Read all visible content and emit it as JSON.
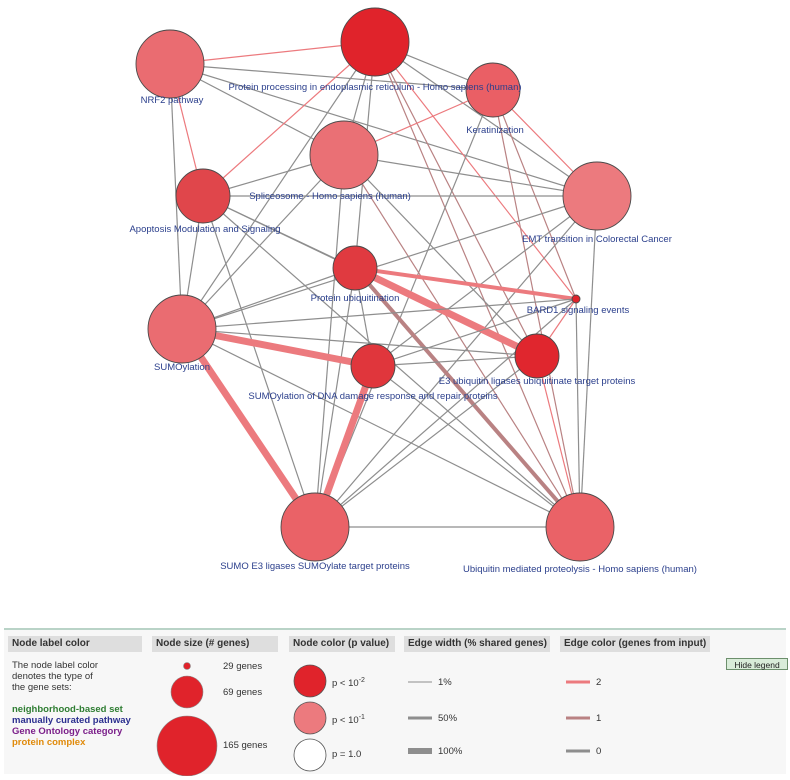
{
  "graph": {
    "nodes": [
      {
        "id": "protein-processing-er",
        "label": "Protein processing in endoplasmic reticulum - Homo sapiens (human)",
        "fill": "#e0232b",
        "size": "large"
      },
      {
        "id": "nrf2",
        "label": "NRF2 pathway",
        "fill": "#ea6c71",
        "size": "large"
      },
      {
        "id": "keratinization",
        "label": "Keratinization",
        "fill": "#ea5f65",
        "size": "medium"
      },
      {
        "id": "spliceosome",
        "label": "Spliceosome - Homo sapiens (human)",
        "fill": "#ea7075",
        "size": "large"
      },
      {
        "id": "apoptosis",
        "label": "Apoptosis Modulation and Signaling",
        "fill": "#e0464b",
        "size": "medium"
      },
      {
        "id": "emt",
        "label": "EMT transition in Colorectal Cancer",
        "fill": "#ec7a7e",
        "size": "large"
      },
      {
        "id": "protein-ubiquitination",
        "label": "Protein ubiquitination",
        "fill": "#e03a40",
        "size": "small"
      },
      {
        "id": "bard1",
        "label": "BARD1 signaling events",
        "fill": "#e0232b",
        "size": "tiny"
      },
      {
        "id": "sumoylation",
        "label": "SUMOylation",
        "fill": "#ea6c71",
        "size": "large"
      },
      {
        "id": "sumo-dna-damage",
        "label": "SUMOylation of DNA damage response and repair proteins",
        "fill": "#e0363c",
        "size": "small"
      },
      {
        "id": "e3-ubiquitin",
        "label": "E3 ubiquitin ligases ubiquitinate target proteins",
        "fill": "#e0262e",
        "size": "small"
      },
      {
        "id": "sumo-e3",
        "label": "SUMO E3 ligases SUMOylate target proteins",
        "fill": "#ea6267",
        "size": "large"
      },
      {
        "id": "ubiquitin-proteolysis",
        "label": "Ubiquitin mediated proteolysis - Homo sapiens (human)",
        "fill": "#ea6267",
        "size": "large"
      }
    ],
    "edges": [
      {
        "from": "nrf2",
        "to": "protein-processing-er",
        "width_class": "thin",
        "color_class": "2"
      },
      {
        "from": "nrf2",
        "to": "keratinization",
        "width_class": "thin",
        "color_class": "0"
      },
      {
        "from": "nrf2",
        "to": "apoptosis",
        "width_class": "thin",
        "color_class": "2"
      },
      {
        "from": "nrf2",
        "to": "emt",
        "width_class": "thin",
        "color_class": "0"
      },
      {
        "from": "nrf2",
        "to": "sumoylation",
        "width_class": "thin",
        "color_class": "0"
      },
      {
        "from": "nrf2",
        "to": "spliceosome",
        "width_class": "thin",
        "color_class": "0"
      },
      {
        "from": "protein-processing-er",
        "to": "keratinization",
        "width_class": "thin",
        "color_class": "0"
      },
      {
        "from": "protein-processing-er",
        "to": "spliceosome",
        "width_class": "thin",
        "color_class": "0"
      },
      {
        "from": "protein-processing-er",
        "to": "apoptosis",
        "width_class": "thin",
        "color_class": "2"
      },
      {
        "from": "protein-processing-er",
        "to": "emt",
        "width_class": "thin",
        "color_class": "0"
      },
      {
        "from": "protein-processing-er",
        "to": "sumoylation",
        "width_class": "thin",
        "color_class": "0"
      },
      {
        "from": "protein-processing-er",
        "to": "protein-ubiquitination",
        "width_class": "thin",
        "color_class": "0"
      },
      {
        "from": "protein-processing-er",
        "to": "e3-ubiquitin",
        "width_class": "thin",
        "color_class": "1"
      },
      {
        "from": "protein-processing-er",
        "to": "ubiquitin-proteolysis",
        "width_class": "thin",
        "color_class": "1"
      },
      {
        "from": "protein-processing-er",
        "to": "bard1",
        "width_class": "thin",
        "color_class": "2"
      },
      {
        "from": "keratinization",
        "to": "emt",
        "width_class": "thin",
        "color_class": "2"
      },
      {
        "from": "keratinization",
        "to": "spliceosome",
        "width_class": "thin",
        "color_class": "2"
      },
      {
        "from": "keratinization",
        "to": "sumo-e3",
        "width_class": "thin",
        "color_class": "0"
      },
      {
        "from": "keratinization",
        "to": "ubiquitin-proteolysis",
        "width_class": "thin",
        "color_class": "1"
      },
      {
        "from": "keratinization",
        "to": "bard1",
        "width_class": "thin",
        "color_class": "1"
      },
      {
        "from": "spliceosome",
        "to": "apoptosis",
        "width_class": "thin",
        "color_class": "0"
      },
      {
        "from": "spliceosome",
        "to": "emt",
        "width_class": "thin",
        "color_class": "0"
      },
      {
        "from": "spliceosome",
        "to": "sumoylation",
        "width_class": "thin",
        "color_class": "0"
      },
      {
        "from": "spliceosome",
        "to": "sumo-e3",
        "width_class": "thin",
        "color_class": "0"
      },
      {
        "from": "spliceosome",
        "to": "ubiquitin-proteolysis",
        "width_class": "thin",
        "color_class": "1"
      },
      {
        "from": "spliceosome",
        "to": "e3-ubiquitin",
        "width_class": "thin",
        "color_class": "0"
      },
      {
        "from": "apoptosis",
        "to": "emt",
        "width_class": "thin",
        "color_class": "0"
      },
      {
        "from": "apoptosis",
        "to": "sumoylation",
        "width_class": "thin",
        "color_class": "0"
      },
      {
        "from": "apoptosis",
        "to": "protein-ubiquitination",
        "width_class": "thin",
        "color_class": "0"
      },
      {
        "from": "apoptosis",
        "to": "sumo-e3",
        "width_class": "thin",
        "color_class": "0"
      },
      {
        "from": "apoptosis",
        "to": "ubiquitin-proteolysis",
        "width_class": "thin",
        "color_class": "0"
      },
      {
        "from": "apoptosis",
        "to": "e3-ubiquitin",
        "width_class": "thin",
        "color_class": "0"
      },
      {
        "from": "emt",
        "to": "sumoylation",
        "width_class": "thin",
        "color_class": "0"
      },
      {
        "from": "emt",
        "to": "sumo-e3",
        "width_class": "thin",
        "color_class": "0"
      },
      {
        "from": "emt",
        "to": "ubiquitin-proteolysis",
        "width_class": "thin",
        "color_class": "0"
      },
      {
        "from": "emt",
        "to": "sumo-dna-damage",
        "width_class": "thin",
        "color_class": "0"
      },
      {
        "from": "protein-ubiquitination",
        "to": "e3-ubiquitin",
        "width_class": "thick",
        "color_class": "2"
      },
      {
        "from": "protein-ubiquitination",
        "to": "bard1",
        "width_class": "medium",
        "color_class": "2"
      },
      {
        "from": "protein-ubiquitination",
        "to": "ubiquitin-proteolysis",
        "width_class": "medium",
        "color_class": "1"
      },
      {
        "from": "protein-ubiquitination",
        "to": "sumoylation",
        "width_class": "thin",
        "color_class": "0"
      },
      {
        "from": "protein-ubiquitination",
        "to": "sumo-e3",
        "width_class": "thin",
        "color_class": "0"
      },
      {
        "from": "protein-ubiquitination",
        "to": "sumo-dna-damage",
        "width_class": "thin",
        "color_class": "0"
      },
      {
        "from": "bard1",
        "to": "sumoylation",
        "width_class": "thin",
        "color_class": "0"
      },
      {
        "from": "bard1",
        "to": "sumo-dna-damage",
        "width_class": "thin",
        "color_class": "0"
      },
      {
        "from": "bard1",
        "to": "e3-ubiquitin",
        "width_class": "thin",
        "color_class": "2"
      },
      {
        "from": "bard1",
        "to": "ubiquitin-proteolysis",
        "width_class": "thin",
        "color_class": "0"
      },
      {
        "from": "bard1",
        "to": "sumo-e3",
        "width_class": "thin",
        "color_class": "0"
      },
      {
        "from": "sumoylation",
        "to": "sumo-dna-damage",
        "width_class": "thick",
        "color_class": "2"
      },
      {
        "from": "sumoylation",
        "to": "sumo-e3",
        "width_class": "thick",
        "color_class": "2"
      },
      {
        "from": "sumoylation",
        "to": "e3-ubiquitin",
        "width_class": "thin",
        "color_class": "0"
      },
      {
        "from": "sumoylation",
        "to": "ubiquitin-proteolysis",
        "width_class": "thin",
        "color_class": "0"
      },
      {
        "from": "sumo-dna-damage",
        "to": "sumo-e3",
        "width_class": "thick",
        "color_class": "2"
      },
      {
        "from": "sumo-dna-damage",
        "to": "ubiquitin-proteolysis",
        "width_class": "thin",
        "color_class": "0"
      },
      {
        "from": "sumo-dna-damage",
        "to": "e3-ubiquitin",
        "width_class": "thin",
        "color_class": "0"
      },
      {
        "from": "e3-ubiquitin",
        "to": "sumo-e3",
        "width_class": "thin",
        "color_class": "0"
      },
      {
        "from": "e3-ubiquitin",
        "to": "ubiquitin-proteolysis",
        "width_class": "thin",
        "color_class": "2"
      },
      {
        "from": "sumo-e3",
        "to": "ubiquitin-proteolysis",
        "width_class": "thin",
        "color_class": "0"
      }
    ]
  },
  "legend": {
    "node_label_color": {
      "header": "Node label color",
      "description_lines": [
        "The node label color",
        "denotes the type of",
        "the gene sets:"
      ],
      "types": [
        {
          "label": "neighborhood-based set",
          "color": "#2e7d32"
        },
        {
          "label": "manually curated pathway",
          "color": "#2b2f8f"
        },
        {
          "label": "Gene Ontology category",
          "color": "#7b1f8a"
        },
        {
          "label": "protein complex",
          "color": "#e08a0a"
        }
      ]
    },
    "node_size": {
      "header": "Node size (# genes)",
      "items": [
        {
          "label": "29 genes",
          "genes": 29
        },
        {
          "label": "69 genes",
          "genes": 69
        },
        {
          "label": "165 genes",
          "genes": 165
        }
      ]
    },
    "node_color": {
      "header": "Node color (p value)",
      "items": [
        {
          "prefix": "p < 10",
          "exponent": "-2",
          "color": "#e0232b"
        },
        {
          "prefix": "p < 10",
          "exponent": "-1",
          "color": "#ec7a7e"
        },
        {
          "prefix": "p = 1.0",
          "exponent": "",
          "color": "#ffffff"
        }
      ]
    },
    "edge_width": {
      "header": "Edge width (% shared genes)",
      "items": [
        {
          "label": "1%",
          "percent": 1
        },
        {
          "label": "50%",
          "percent": 50
        },
        {
          "label": "100%",
          "percent": 100
        }
      ]
    },
    "edge_color": {
      "header": "Edge color (genes from input)",
      "items": [
        {
          "label": "2",
          "color": "#ec7a7e"
        },
        {
          "label": "1",
          "color": "#b98283"
        },
        {
          "label": "0",
          "color": "#8e8e8e"
        }
      ]
    },
    "hide_button": "Hide legend"
  }
}
